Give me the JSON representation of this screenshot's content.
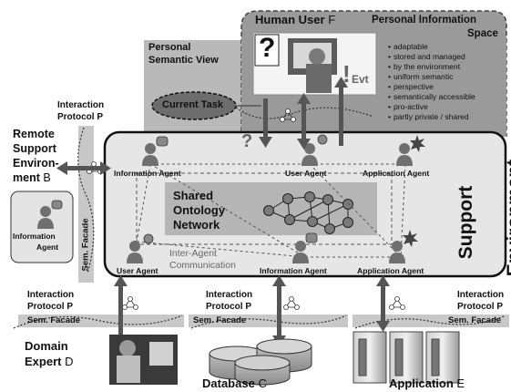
{
  "human_user": {
    "title": "Human User",
    "letter": "F"
  },
  "personal_info_space": {
    "title_line1": "Personal Information",
    "title_line2": "Space",
    "features": [
      "adaptable",
      "stored and managed",
      "by the environment",
      "uniform semantic",
      "perspective",
      "semantically accessible",
      "pro-active",
      "partly private / shared"
    ]
  },
  "personal_semantic_view": {
    "line1": "Personal",
    "line2": "Semantic View"
  },
  "current_task": "Current Task",
  "event_marker": {
    "exclaim": "!",
    "label": "Evt"
  },
  "question_mark": "?",
  "remote_support": {
    "line1": "Remote",
    "line2": "Support",
    "line3": "Environ-",
    "line4": "ment",
    "letter": "B",
    "agent_line1": "Information",
    "agent_line2": "Agent"
  },
  "interaction_protocol": {
    "line1": "Interaction",
    "line2": "Protocol P"
  },
  "sem_facade": "Sem. Facade",
  "support_environment": {
    "line1": "Support",
    "line2": "Environment"
  },
  "agents": {
    "information_top": "Information Agent",
    "user_top": "User Agent",
    "application_top": "Application Agent",
    "user_bottom": "User Agent",
    "information_bottom": "Information Agent",
    "application_bottom": "Application Agent"
  },
  "ontology": {
    "line1": "Shared",
    "line2": "Ontology",
    "line3": "Network"
  },
  "inter_agent": {
    "line1": "Inter-Agent",
    "line2": "Communication"
  },
  "domain_expert": {
    "line1": "Domain",
    "line2": "Expert",
    "letter": "D"
  },
  "database": {
    "label": "Database",
    "letter": "C"
  },
  "application": {
    "label": "Application",
    "letter": "E"
  },
  "colors": {
    "personal_space_bg": "#9a9a9a",
    "support_env_bg": "#e6e6e6",
    "facade_bar": "#c8c8c8",
    "ontology_bg": "#b5b5b5",
    "ontology_node": "#7a7a7a",
    "agent_person": "#6f6f6f",
    "arrow": "#555555"
  }
}
